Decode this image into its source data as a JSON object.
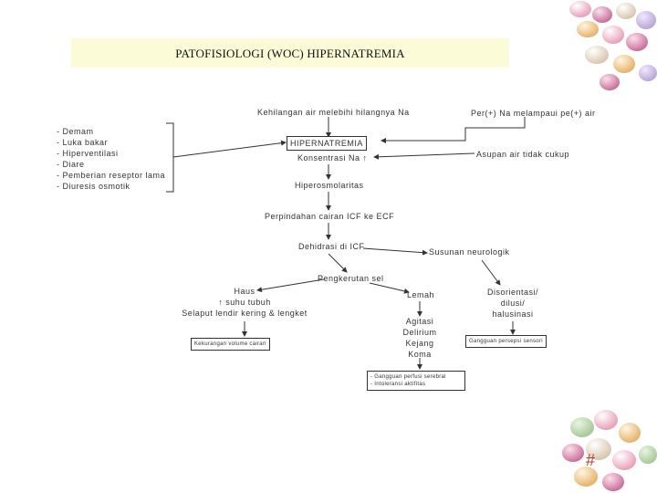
{
  "title": "PATOFISIOLOGI (WOC) HIPERNATREMIA",
  "nodes": {
    "kehilangan": "Kehilangan air melebihi hilangnya Na",
    "per_na": "Per(+) Na melampaui pe(+) air",
    "causes": [
      "- Demam",
      "- Luka bakar",
      "- Hiperventilasi",
      "- Diare",
      "- Pemberian reseptor lama",
      "- Diuresis osmotik"
    ],
    "hipernatremia": "HIPERNATREMIA",
    "konsentrasi": "Konsentrasi Na ↑",
    "asupan": "Asupan air tidak cukup",
    "hiperosmolaritas": "Hiperosmolaritas",
    "perpindahan": "Perpindahan cairan ICF ke ECF",
    "dehidrasi": "Dehidrasi di ICF",
    "susunan": "Susunan neurologik",
    "pengkerutan": "Pengkerutan sel",
    "haus_lines": [
      "Haus",
      "↑ suhu tubuh",
      "Selaput lendir kering & lengket"
    ],
    "lemah": "Lemah",
    "disorientasi_lines": [
      "Disorientasi/",
      "dilusi/",
      "halusinasi"
    ],
    "agitasi_lines": [
      "Agitasi",
      "Delirium",
      "Kejang",
      "Koma"
    ],
    "kekurangan": "Kekurangan volume cairan",
    "gangguan_persepsi": "Gangguan persepsi sensori",
    "gangguan_lines": [
      "- Gangguan perfusi serebral",
      "- Intoleransi aktifitas"
    ],
    "page_number": "#"
  },
  "colors": {
    "title_bg": "#fbfbd8",
    "page_number": "#c0392b",
    "line": "#333333"
  }
}
